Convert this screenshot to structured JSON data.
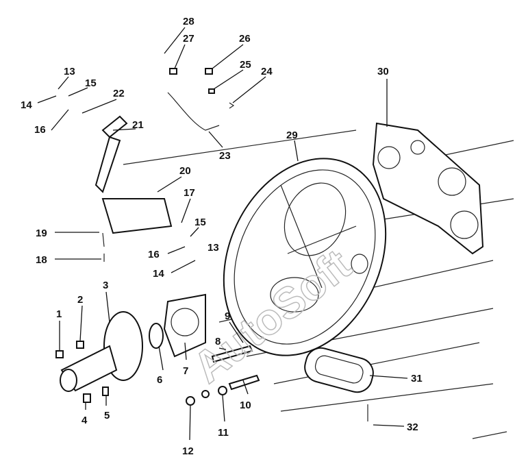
{
  "diagram": {
    "watermark": "AutoSoft",
    "labels": [
      "28",
      "27",
      "26",
      "25",
      "24",
      "13",
      "15",
      "22",
      "14",
      "16",
      "21",
      "23",
      "29",
      "30",
      "20",
      "17",
      "15",
      "19",
      "16",
      "13",
      "18",
      "14",
      "3",
      "2",
      "1",
      "9",
      "8",
      "6",
      "7",
      "31",
      "10",
      "4",
      "5",
      "11",
      "32",
      "12"
    ]
  }
}
